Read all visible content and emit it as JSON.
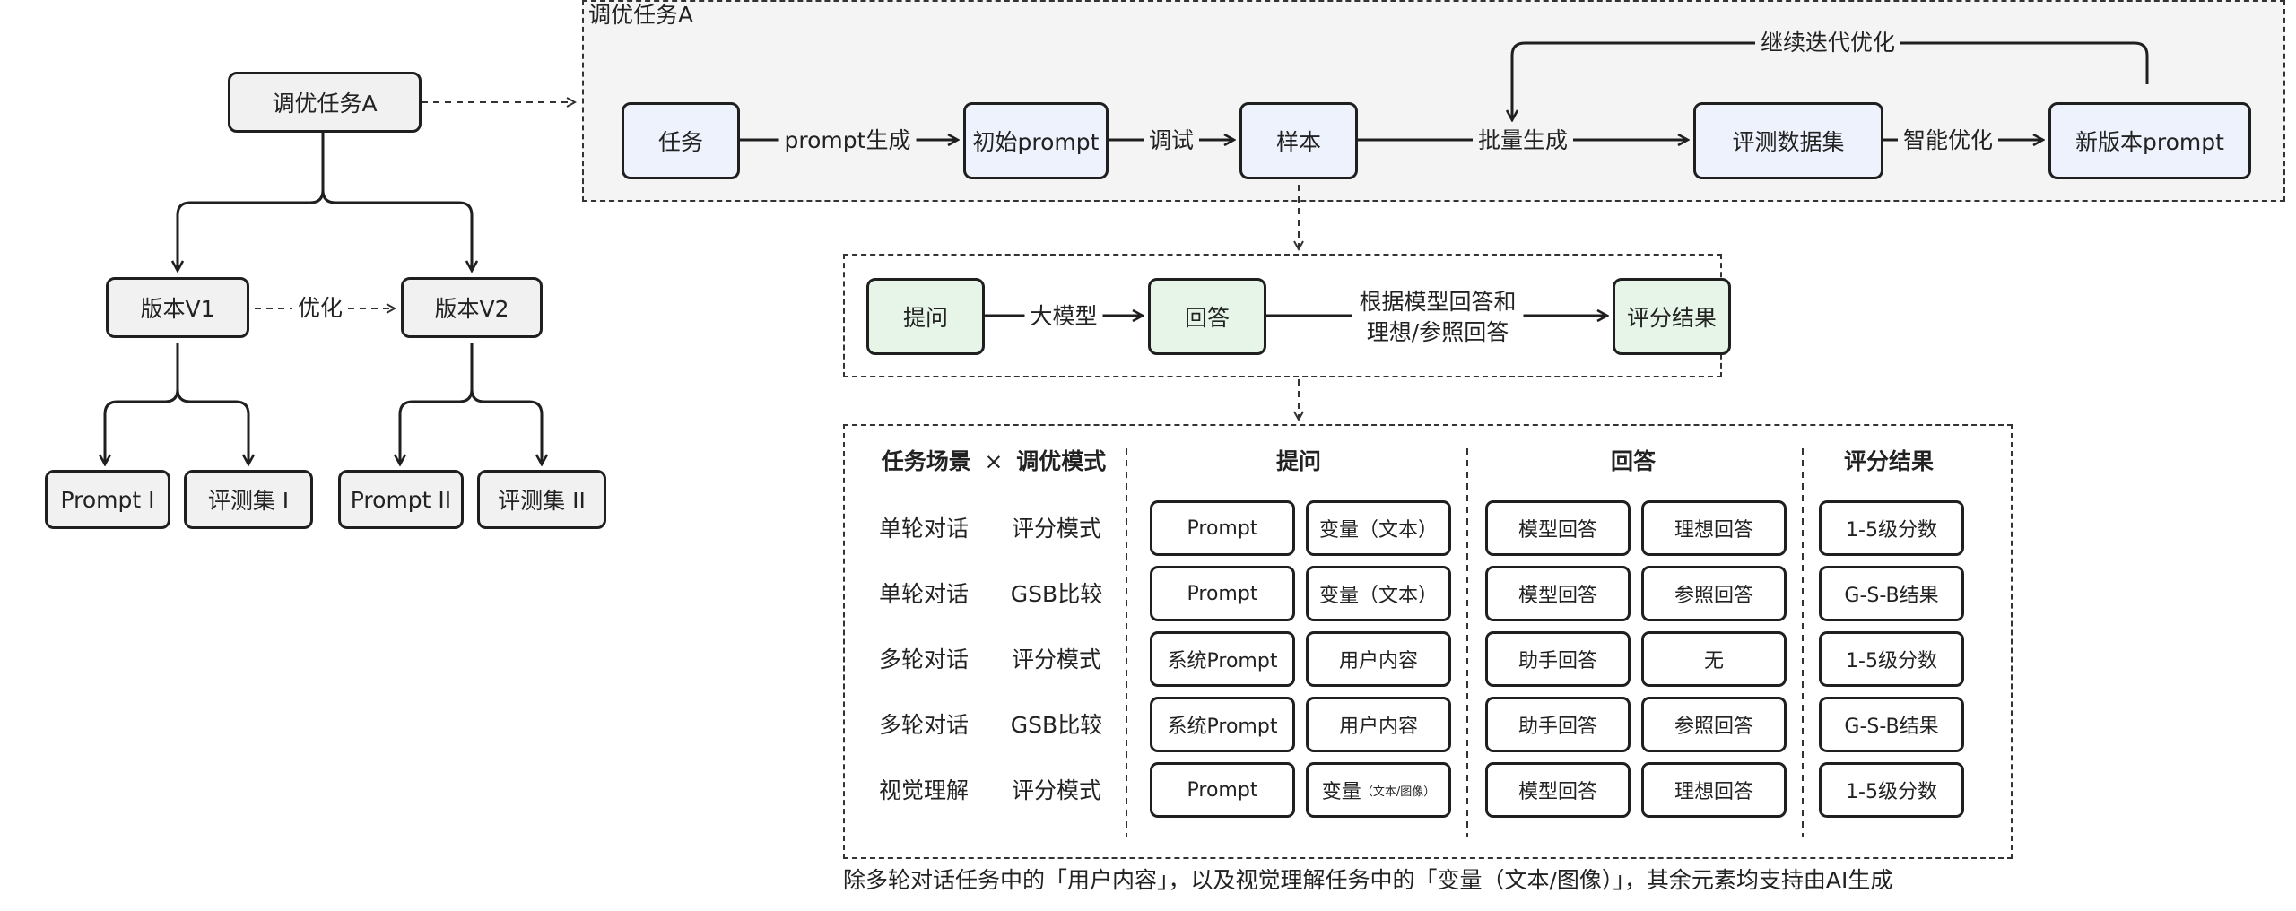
{
  "left_tree": {
    "root": "调优任务A",
    "v1": "版本V1",
    "v2": "版本V2",
    "optimize": "优化",
    "prompt1": "Prompt I",
    "evalset1": "评测集 I",
    "prompt2": "Prompt II",
    "evalset2": "评测集 II"
  },
  "pipeline": {
    "region_title": "调优任务A",
    "task": "任务",
    "prompt_gen": "prompt生成",
    "initial_prompt": "初始prompt",
    "debug": "调试",
    "sample": "样本",
    "batch_gen": "批量生成",
    "eval_dataset": "评测数据集",
    "smart_opt": "智能优化",
    "new_prompt": "新版本prompt",
    "iterate": "继续迭代优化"
  },
  "scoring": {
    "question": "提问",
    "llm": "大模型",
    "answer": "回答",
    "criteria_line1": "根据模型回答和",
    "criteria_line2": "理想/参照回答",
    "result": "评分结果"
  },
  "table": {
    "header_scene": "任务场景",
    "header_times": "×",
    "header_mode": "调优模式",
    "header_question": "提问",
    "header_answer": "回答",
    "header_result": "评分结果",
    "rows": [
      {
        "scene": "单轮对话",
        "mode": "评分模式",
        "q1": "Prompt",
        "q2": "变量（文本）",
        "q2_small": "",
        "a1": "模型回答",
        "a2": "理想回答",
        "r": "1-5级分数"
      },
      {
        "scene": "单轮对话",
        "mode": "GSB比较",
        "q1": "Prompt",
        "q2": "变量（文本）",
        "q2_small": "",
        "a1": "模型回答",
        "a2": "参照回答",
        "r": "G-S-B结果"
      },
      {
        "scene": "多轮对话",
        "mode": "评分模式",
        "q1": "系统Prompt",
        "q2": "用户内容",
        "q2_small": "",
        "a1": "助手回答",
        "a2": "无",
        "r": "1-5级分数"
      },
      {
        "scene": "多轮对话",
        "mode": "GSB比较",
        "q1": "系统Prompt",
        "q2": "用户内容",
        "q2_small": "",
        "a1": "助手回答",
        "a2": "参照回答",
        "r": "G-S-B结果"
      },
      {
        "scene": "视觉理解",
        "mode": "评分模式",
        "q1": "Prompt",
        "q2": "变量",
        "q2_small": "（文本/图像）",
        "a1": "模型回答",
        "a2": "理想回答",
        "r": "1-5级分数"
      }
    ],
    "footnote": "除多轮对话任务中的「用户内容」，以及视觉理解任务中的「变量（文本/图像）」，其余元素均支持由AI生成"
  }
}
